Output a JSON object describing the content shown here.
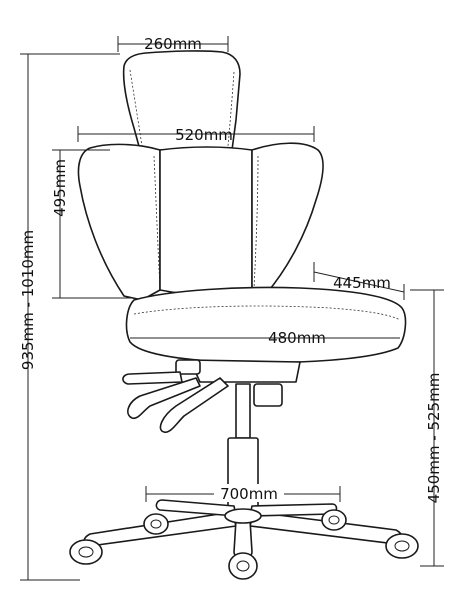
{
  "dimensions": {
    "headrest_width": "260mm",
    "back_width": "520mm",
    "back_height": "495mm",
    "overall_height": "935mm - 1010mm",
    "seat_depth": "445mm",
    "seat_width": "480mm",
    "seat_height": "450mm - 525mm",
    "base_diameter": "700mm"
  }
}
